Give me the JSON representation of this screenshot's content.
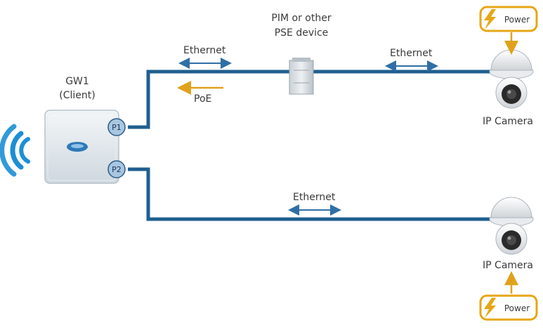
{
  "gateway": {
    "name": "GW1",
    "mode": "(Client)"
  },
  "ports": {
    "p1": "P1",
    "p2": "P2"
  },
  "links": {
    "ethernet_top_left": "Ethernet",
    "ethernet_top_right": "Ethernet",
    "ethernet_bottom": "Ethernet",
    "poe": "PoE"
  },
  "pse": {
    "line1": "PIM or other",
    "line2": "PSE device"
  },
  "cameras": {
    "top_label": "IP Camera",
    "bottom_label": "IP Camera"
  },
  "power": {
    "top_label": "Power",
    "bottom_label": "Power"
  },
  "colors": {
    "cable": "#1f5f8f",
    "ethernet_arrow": "#2f6fa6",
    "poe_arrow": "#e0a21a",
    "power_frame": "#e7a614",
    "port_fill": "#a9c6e0"
  }
}
